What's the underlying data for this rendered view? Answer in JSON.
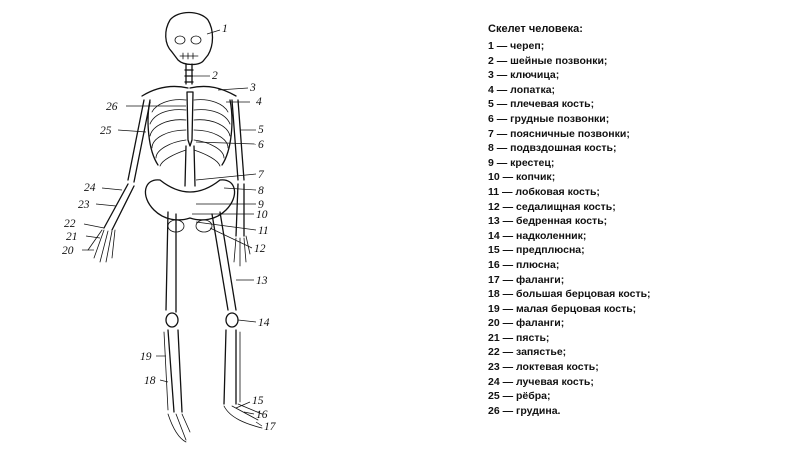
{
  "legend": {
    "title": "Скелет человека:",
    "items": [
      "1 — череп;",
      "2 — шейные позвонки;",
      "3 — ключица;",
      "4 — лопатка;",
      "5 — плечевая кость;",
      "6 — грудные позвонки;",
      "7 — поясничные позвонки;",
      "8 — подвздошная кость;",
      "9 — крестец;",
      "10 — копчик;",
      "11 — лобковая кость;",
      "12 — седалищная кость;",
      "13 — бедренная кость;",
      "14 — надколенник;",
      "15 — предплюсна;",
      "16 — плюсна;",
      "17 — фаланги;",
      "18 — большая берцовая кость;",
      "19 — малая берцовая кость;",
      "20 — фаланги;",
      "21 — пясть;",
      "22 — запястье;",
      "23 — локтевая кость;",
      "24 — лучевая кость;",
      "25 — рёбра;",
      "26 — грудина."
    ]
  },
  "callouts": [
    "1",
    "2",
    "3",
    "4",
    "5",
    "6",
    "7",
    "8",
    "9",
    "10",
    "11",
    "12",
    "13",
    "14",
    "15",
    "16",
    "17",
    "18",
    "19",
    "20",
    "21",
    "22",
    "23",
    "24",
    "25",
    "26"
  ]
}
